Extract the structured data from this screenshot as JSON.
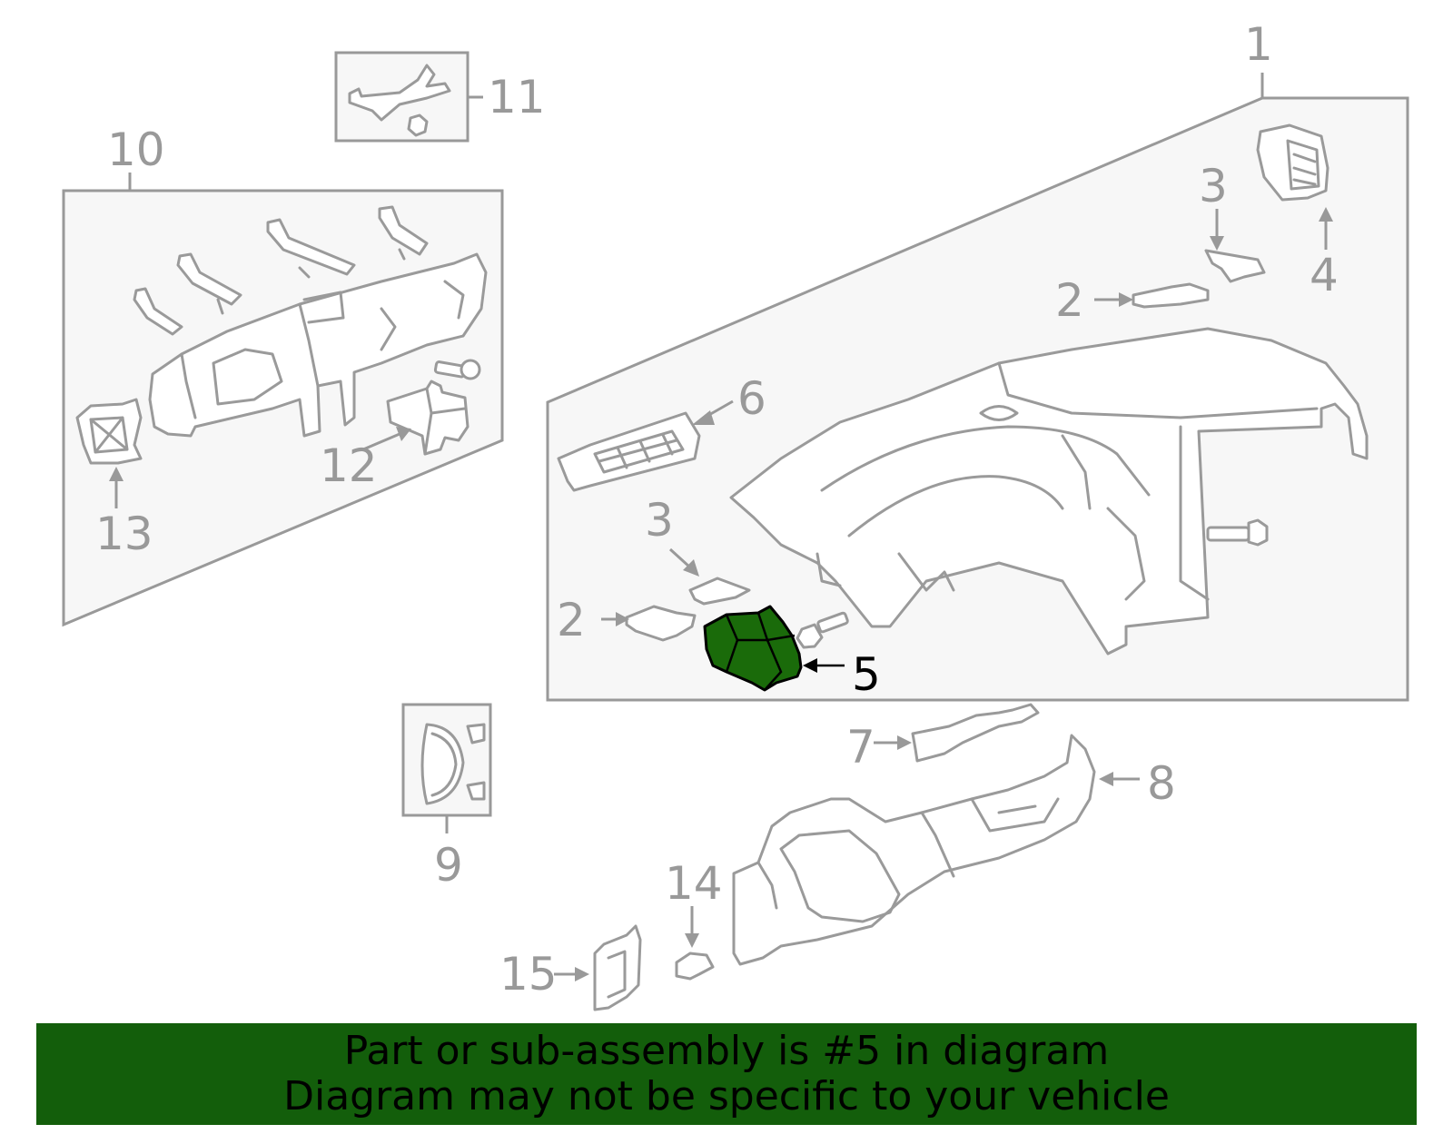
{
  "callouts": {
    "c1": "1",
    "c2a": "2",
    "c2b": "2",
    "c3a": "3",
    "c3b": "3",
    "c4": "4",
    "c5": "5",
    "c6": "6",
    "c7": "7",
    "c8": "8",
    "c9": "9",
    "c10": "10",
    "c11": "11",
    "c12": "12",
    "c13": "13",
    "c14": "14",
    "c15": "15"
  },
  "highlighted_part": "5",
  "colors": {
    "banner": "#135e0b",
    "highlight": "#1a6b0a",
    "lines": "#999999"
  },
  "banner": {
    "line1": "Part or sub-assembly is #5 in diagram",
    "line2": "Diagram may not be specific to your vehicle"
  }
}
